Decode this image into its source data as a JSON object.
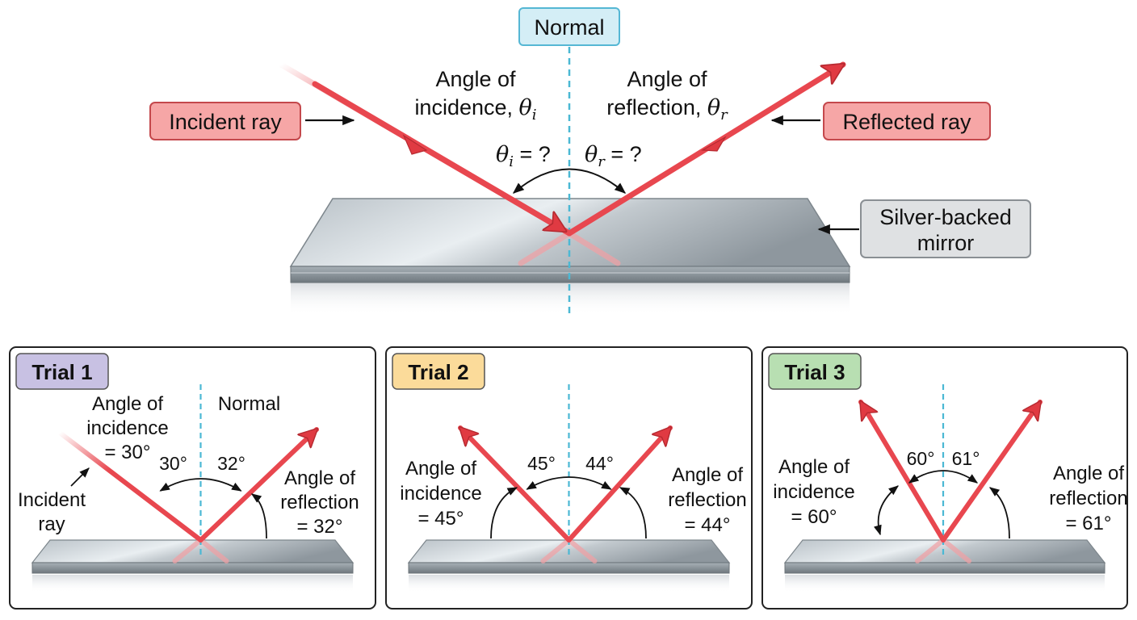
{
  "main": {
    "normal_label": "Normal",
    "incident_label": "Incident ray",
    "reflected_label": "Reflected ray",
    "mirror_label_line1": "Silver-backed",
    "mirror_label_line2": "mirror",
    "aoi_line1": "Angle of",
    "aoi_line2": "incidence, ",
    "aoi_symbol": "θ",
    "aoi_sub": "i",
    "aor_line1": "Angle of",
    "aor_line2": "reflection, ",
    "aor_symbol": "θ",
    "aor_sub": "r",
    "eq_i_symbol": "θ",
    "eq_i_sub": "i",
    "eq_i_rest": " = ?",
    "eq_r_symbol": "θ",
    "eq_r_sub": "r",
    "eq_r_rest": " = ?"
  },
  "trials": [
    {
      "title": "Trial 1",
      "title_bg": "#c8c1e3",
      "normal_label": "Normal",
      "incidence_angle": 30,
      "reflection_angle": 32,
      "small_incidence": "30°",
      "small_reflection": "32°",
      "incidence_lines": [
        "Angle of",
        "incidence",
        "= 30°"
      ],
      "reflection_lines": [
        "Angle of",
        "reflection",
        "= 32°"
      ],
      "incident_ray_lines": [
        "Incident",
        "ray"
      ]
    },
    {
      "title": "Trial 2",
      "title_bg": "#fbdb9a",
      "incidence_angle": 45,
      "reflection_angle": 44,
      "small_incidence": "45°",
      "small_reflection": "44°",
      "incidence_lines": [
        "Angle of",
        "incidence",
        "= 45°"
      ],
      "reflection_lines": [
        "Angle of",
        "reflection",
        "= 44°"
      ]
    },
    {
      "title": "Trial 3",
      "title_bg": "#b8dfb2",
      "incidence_angle": 60,
      "reflection_angle": 61,
      "small_incidence": "60°",
      "small_reflection": "61°",
      "incidence_lines": [
        "Angle of",
        "incidence",
        "= 60°"
      ],
      "reflection_lines": [
        "Angle of",
        "reflection",
        "= 61°"
      ]
    }
  ],
  "colors": {
    "ray": "#e8474f",
    "ray_dark": "#c3282f",
    "normal_line": "#4bb8d4",
    "label_red_bg": "#f6a6a6",
    "label_red_border": "#c4484c",
    "label_blue_bg": "#d4eef6",
    "label_blue_border": "#55b7d4",
    "label_gray_bg": "#dfe1e3",
    "label_gray_border": "#8a8f94"
  }
}
